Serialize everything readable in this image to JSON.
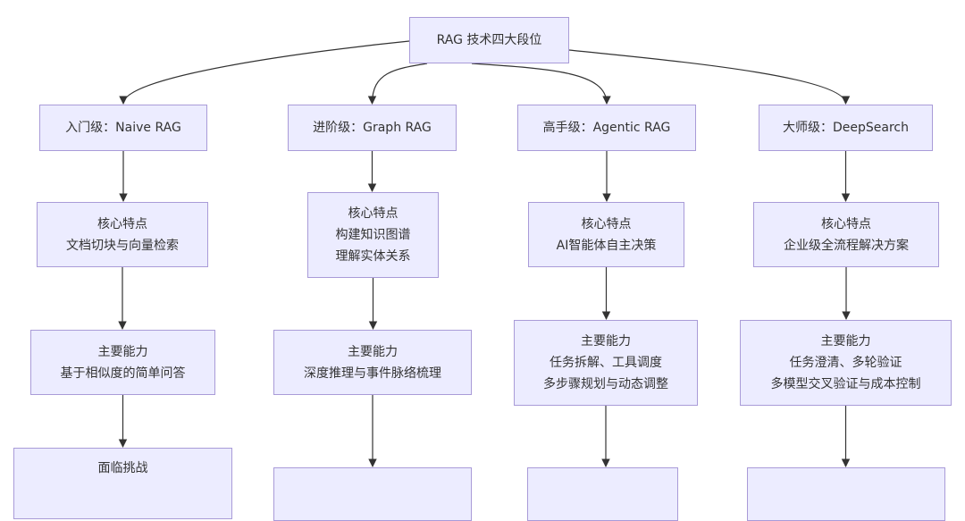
{
  "diagram": {
    "type": "flowchart",
    "direction": "top-down",
    "colors": {
      "node_fill": "#ECECFF",
      "node_border": "#A99BD8",
      "edge": "#333333",
      "text": "#333333",
      "background": "#FFFFFF"
    },
    "root": {
      "id": "root",
      "label": "RAG 技术四大段位"
    },
    "columns": [
      {
        "level": {
          "id": "c1-level",
          "label": "入门级：Naive RAG"
        },
        "core": {
          "id": "c1-core",
          "lines": [
            "核心特点",
            "文档切块与向量检索"
          ]
        },
        "ability": {
          "id": "c1-ability",
          "lines": [
            "主要能力",
            "基于相似度的简单问答"
          ]
        },
        "challenge": {
          "id": "c1-challenge",
          "lines": [
            "面临挑战"
          ]
        }
      },
      {
        "level": {
          "id": "c2-level",
          "label": "进阶级：Graph RAG"
        },
        "core": {
          "id": "c2-core",
          "lines": [
            "核心特点",
            "构建知识图谱",
            "理解实体关系"
          ]
        },
        "ability": {
          "id": "c2-ability",
          "lines": [
            "主要能力",
            "深度推理与事件脉络梳理"
          ]
        },
        "challenge": {
          "id": "c2-challenge",
          "lines": []
        }
      },
      {
        "level": {
          "id": "c3-level",
          "label": "高手级：Agentic RAG"
        },
        "core": {
          "id": "c3-core",
          "lines": [
            "核心特点",
            "AI智能体自主决策"
          ]
        },
        "ability": {
          "id": "c3-ability",
          "lines": [
            "主要能力",
            "任务拆解、工具调度",
            "多步骤规划与动态调整"
          ]
        },
        "challenge": {
          "id": "c3-challenge",
          "lines": []
        }
      },
      {
        "level": {
          "id": "c4-level",
          "label": "大师级：DeepSearch"
        },
        "core": {
          "id": "c4-core",
          "lines": [
            "核心特点",
            "企业级全流程解决方案"
          ]
        },
        "ability": {
          "id": "c4-ability",
          "lines": [
            "主要能力",
            "任务澄清、多轮验证",
            "多模型交叉验证与成本控制"
          ]
        },
        "challenge": {
          "id": "c4-challenge",
          "lines": []
        }
      }
    ],
    "edges": [
      {
        "from": "root",
        "to": "c1-level"
      },
      {
        "from": "root",
        "to": "c2-level"
      },
      {
        "from": "root",
        "to": "c3-level"
      },
      {
        "from": "root",
        "to": "c4-level"
      },
      {
        "from": "c1-level",
        "to": "c1-core"
      },
      {
        "from": "c1-core",
        "to": "c1-ability"
      },
      {
        "from": "c1-ability",
        "to": "c1-challenge"
      },
      {
        "from": "c2-level",
        "to": "c2-core"
      },
      {
        "from": "c2-core",
        "to": "c2-ability"
      },
      {
        "from": "c2-ability",
        "to": "c2-challenge"
      },
      {
        "from": "c3-level",
        "to": "c3-core"
      },
      {
        "from": "c3-core",
        "to": "c3-ability"
      },
      {
        "from": "c3-ability",
        "to": "c3-challenge"
      },
      {
        "from": "c4-level",
        "to": "c4-core"
      },
      {
        "from": "c4-core",
        "to": "c4-ability"
      },
      {
        "from": "c4-ability",
        "to": "c4-challenge"
      }
    ]
  }
}
